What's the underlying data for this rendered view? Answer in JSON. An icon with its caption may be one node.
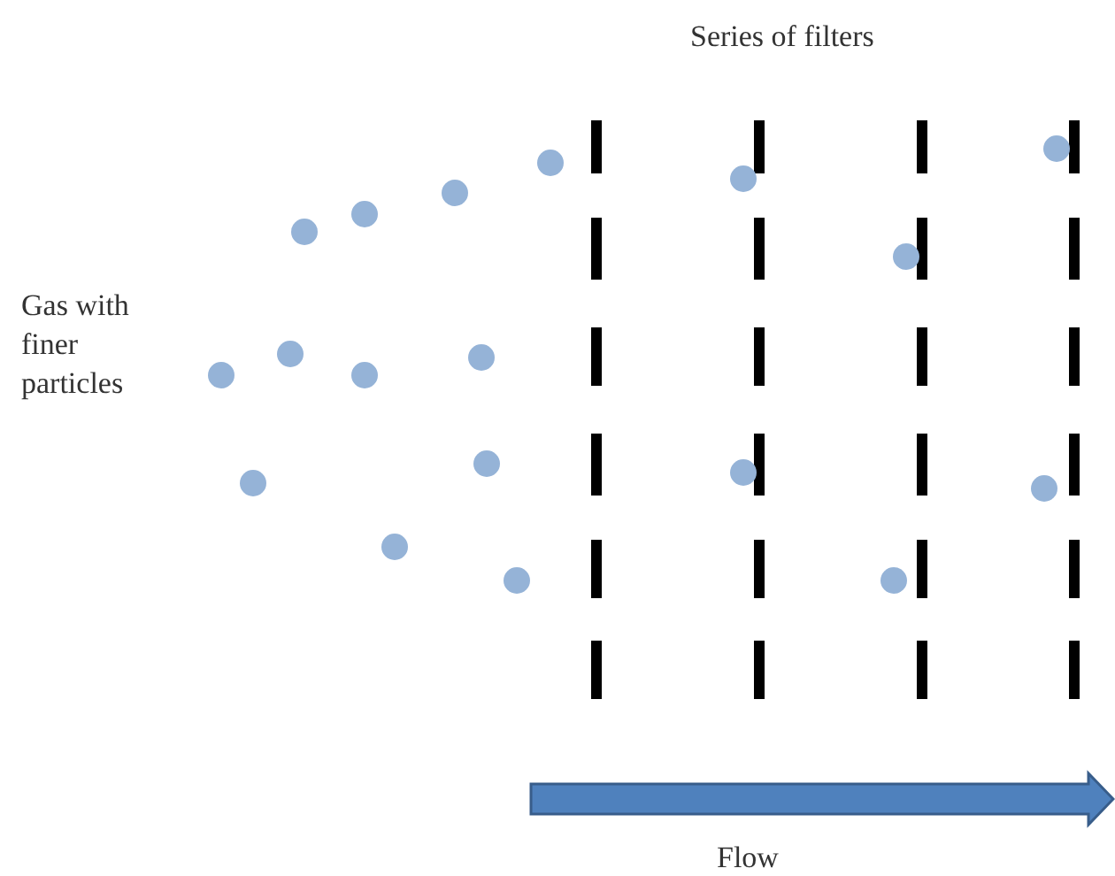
{
  "diagram": {
    "labels": [
      "Series of filters",
      "Gas with finer particles",
      "Flow"
    ]
  }
}
